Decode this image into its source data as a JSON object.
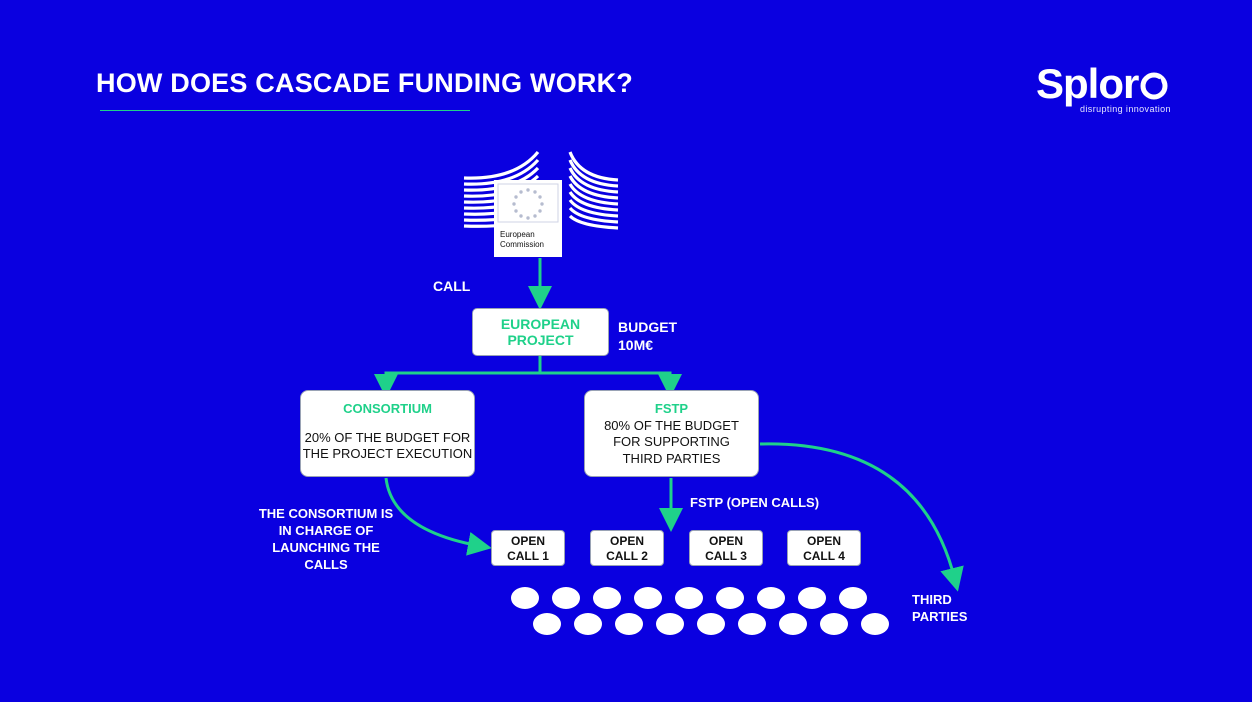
{
  "slide": {
    "title": "HOW DOES CASCADE FUNDING WORK?",
    "logo_text": "Splor",
    "logo_tagline": "disrupting innovation",
    "accent": "#1fd18a",
    "background": "#0a00e0"
  },
  "ec": {
    "caption_line1": "European",
    "caption_line2": "Commission"
  },
  "labels": {
    "call": "CALL",
    "budget_line1": "BUDGET",
    "budget_line2": "10M€",
    "consortium_note_1": "THE CONSORTIUM IS",
    "consortium_note_2": "IN CHARGE OF",
    "consortium_note_3": "LAUNCHING THE",
    "consortium_note_4": "CALLS",
    "fstp_open_calls": "FSTP (OPEN CALLS)",
    "third_parties_1": "THIRD",
    "third_parties_2": "PARTIES"
  },
  "nodes": {
    "european_project_1": "EUROPEAN",
    "european_project_2": "PROJECT",
    "consortium_title": "CONSORTIUM",
    "consortium_line1": "20% OF THE BUDGET FOR",
    "consortium_line2": "THE PROJECT EXECUTION",
    "fstp_title": "FSTP",
    "fstp_line1": "80% OF THE BUDGET",
    "fstp_line2": "FOR SUPPORTING",
    "fstp_line3": "THIRD PARTIES"
  },
  "open_calls": [
    {
      "l1": "OPEN",
      "l2": "CALL 1"
    },
    {
      "l1": "OPEN",
      "l2": "CALL 2"
    },
    {
      "l1": "OPEN",
      "l2": "CALL 3"
    },
    {
      "l1": "OPEN",
      "l2": "CALL 4"
    }
  ]
}
